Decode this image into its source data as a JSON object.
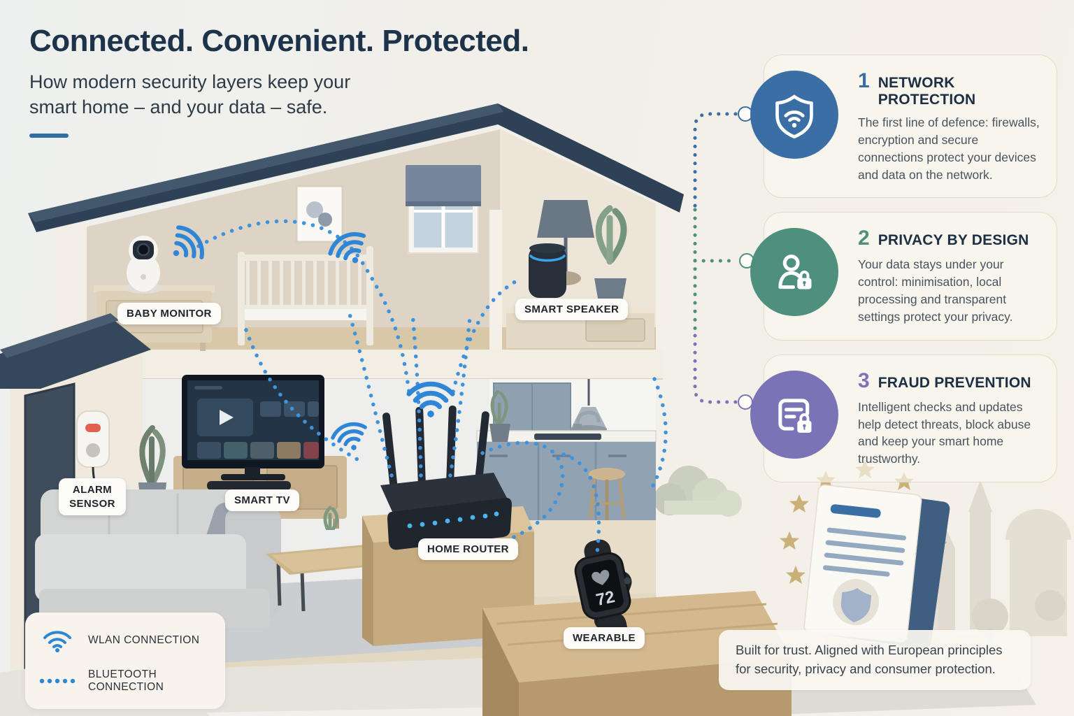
{
  "header": {
    "title": "Connected. Convenient. Protected.",
    "subtitle_line1": "How modern security layers keep your",
    "subtitle_line2": "smart home – and your data – safe."
  },
  "house": {
    "labels": {
      "baby_monitor": "BABY MONITOR",
      "smart_speaker": "SMART SPEAKER",
      "alarm_sensor": "ALARM SENSOR",
      "smart_tv": "SMART TV",
      "home_router": "HOME ROUTER",
      "wearable": "WEARABLE"
    },
    "wearable_screen": {
      "heart_rate": "72",
      "icon": "heart-icon"
    }
  },
  "security_layers": [
    {
      "number": "1",
      "title": "NETWORK PROTECTION",
      "body": "The first line of defence: firewalls, encryption and secure connections protect your devices and data on the network.",
      "icon": "shield-wifi-icon",
      "color": "#3a6ea5"
    },
    {
      "number": "2",
      "title": "PRIVACY BY DESIGN",
      "body": "Your data stays under your control: minimisation, local processing and transparent settings protect your privacy.",
      "icon": "person-lock-icon",
      "color": "#4f8f7d"
    },
    {
      "number": "3",
      "title": "FRAUD PREVENTION",
      "body": "Intelligent checks and updates help detect threats, block abuse and keep your smart home trustworthy.",
      "icon": "document-lock-icon",
      "color": "#7a74b6"
    }
  ],
  "legend": {
    "items": [
      {
        "icon": "wifi-icon",
        "label": "WLAN CONNECTION"
      },
      {
        "icon": "dotted-line-icon",
        "label": "BLUETOOTH CONNECTION"
      }
    ]
  },
  "footer": {
    "note": "Built for trust. Aligned with European principles for security, privacy and consumer protection."
  },
  "colors": {
    "accent_blue": "#2e6da6",
    "wifi_blue": "#2f86d6",
    "network": "#3a6ea5",
    "privacy": "#4f8f7d",
    "fraud": "#7a74b6",
    "title_navy": "#1d3349",
    "eu_star_gold": "#c9b178"
  }
}
